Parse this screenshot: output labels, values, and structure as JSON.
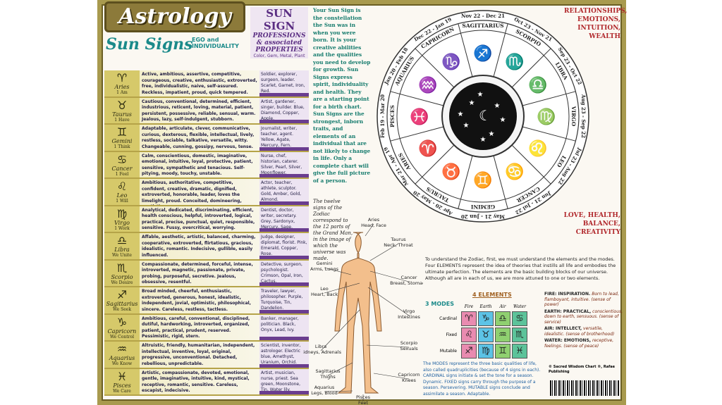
{
  "title": "Astrology",
  "sun_signs": {
    "heading": "Sun Signs",
    "sub": "EGO and INDIVIDUALITY"
  },
  "professions": {
    "heading": "SUN SIGN",
    "sub": "PROFESSIONS & associated PROPERTIES",
    "cols": "Color, Gem, Metal, Plant"
  },
  "signs": [
    {
      "glyph": "♈",
      "name": "Aries",
      "house": "1 Am",
      "desc": "Active, ambitious, assertive, competitive, courageous, creative, enthusiastic, extroverted, free, individualistic, naive, self-assured. Reckless, impatient, proud, quick tempered.",
      "pro": "Soldier, explorer, surgeon, leader. Scarlet, Garnet, Iron, Red."
    },
    {
      "glyph": "♉",
      "name": "Taurus",
      "house": "1 Have",
      "desc": "Cautious, conventional, determined, efficient, industrious, reticent, loving, material, patient, persistent, possessive, reliable, sensual, warm. Jealous, lazy, self-indulgent, stubborn.",
      "pro": "Artist, gardener, singer, builder. Blue, Diamond, Copper, Apple."
    },
    {
      "glyph": "♊",
      "name": "Gemini",
      "house": "1 Think",
      "desc": "Adaptable, articulate, clever, communicative, curious, dexterous, flexible, intellectual, lively, restless, sociable, talkative, versatile, witty. Changeable, cunning, gossipy, nervous, tense.",
      "pro": "Journalist, writer, teacher, agent. Yellow, Agate, Mercury, Fern."
    },
    {
      "glyph": "♋",
      "name": "Cancer",
      "house": "1 Feel",
      "desc": "Calm, conscientious, domestic, imaginative, emotional, intuitive, loyal, protective, patient, sensitive, sympathetic and tenacious. Self-pitying, moody, touchy, unstable.",
      "pro": "Nurse, chef, historian, caterer. Silver, Pearl, Silver, Moonflower."
    },
    {
      "glyph": "♌",
      "name": "Leo",
      "house": "1 Will",
      "desc": "Ambitious, authoritative, competitive, confident, creative, dramatic, dignified, extroverted, honorable, leader, loves the limelight, proud. Conceited, domineering, egotistic.",
      "pro": "Actor, teacher, athlete, sculptor. Gold, Amber, Gold, Almond."
    },
    {
      "glyph": "♍",
      "name": "Virgo",
      "house": "1 Work",
      "desc": "Analytical, dedicated, discriminating, efficient, health conscious, helpful, introverted, logical, practical, precise, punctual, quiet, responsible, sensitive. Fussy, overcritical, worrying.",
      "pro": "Dentist, doctor, writer, secretary. Grey, Sardonyx, Mercury, Sage."
    },
    {
      "glyph": "♎",
      "name": "Libra",
      "house": "We Unite",
      "desc": "Affable, aesthetic, artistic, balanced, charming, cooperative, extroverted, flirtatious, gracious, idealistic, romantic. Indecisive, gullible, easily influenced.",
      "pro": "Judge, designer, diplomat, florist. Pink, Emerald, Copper, Rose."
    },
    {
      "glyph": "♏",
      "name": "Scorpio",
      "house": "We Desire",
      "desc": "Compassionate, determined, forceful, intense, introverted, magnetic, passionate, private, probing, purposeful, secretive. Jealous, obsessive, resentful.",
      "pro": "Detective, surgeon, psychologist. Crimson, Opal, Iron, Cactus."
    },
    {
      "glyph": "♐",
      "name": "Sagittarius",
      "house": "We Seek",
      "desc": "Broad minded, cheerful, enthusiastic, extroverted, generous, honest, idealistic, independent, jovial, optimistic, philosophical, sincere. Careless, restless, tactless.",
      "pro": "Traveler, lawyer, philosopher. Purple, Turquoise, Tin, Dandelion."
    },
    {
      "glyph": "♑",
      "name": "Capricorn",
      "house": "We Control",
      "desc": "Ambitious, careful, conventional, disciplined, dutiful, hardworking, introverted, organized, patient, practical, prudent, reserved. Pessimistic, rigid, stern.",
      "pro": "Banker, manager, politician. Black, Onyx, Lead, Ivy."
    },
    {
      "glyph": "♒",
      "name": "Aquarius",
      "house": "We Know",
      "desc": "Altruistic, friendly, humanitarian, independent, intellectual, inventive, loyal, original, progressive, unconventional. Detached, rebellious, unpredictable.",
      "pro": "Scientist, inventor, astrologer. Electric blue, Amethyst, Uranium, Orchid."
    },
    {
      "glyph": "♓",
      "name": "Pisces",
      "house": "We Care",
      "desc": "Artistic, compassionate, devoted, emotional, gentle, imaginative, intuitive, kind, mystical, receptive, romantic, sensitive. Careless, escapist, indecisive.",
      "pro": "Artist, musician, nurse, priest. Sea green, Moonstone, Tin, Water lily."
    }
  ],
  "intro": "Your Sun Sign is the constellation the Sun was in when you were born. It is your creative abilities and the qualities you need to develop for growth. Sun Signs express spirit, individuality and health. They are a starting point for a birth chart. Sun Signs are the strongest, inborn traits, and elements of an individual that are not likely to change in life. Only a complete chart will give the full picture of a person.",
  "wheel": [
    {
      "name": "CAPRICORN",
      "dates": "Dec 22 - Jan 19",
      "glyph": "♑"
    },
    {
      "name": "AQUARIUS",
      "dates": "Jan 20 - Feb 18",
      "glyph": "♒"
    },
    {
      "name": "PISCES",
      "dates": "Feb 19 - Mar 20",
      "glyph": "♓"
    },
    {
      "name": "ARIES",
      "dates": "Mar 21 - Apr 19",
      "glyph": "♈"
    },
    {
      "name": "TAURUS",
      "dates": "Apr 20 - May 20",
      "glyph": "♉"
    },
    {
      "name": "GEMINI",
      "dates": "May 21 - Jun 20",
      "glyph": "♊"
    },
    {
      "name": "CANCER",
      "dates": "Jun 21 - Jul 22",
      "glyph": "♋"
    },
    {
      "name": "LEO",
      "dates": "Jul 23 - Aug 22",
      "glyph": "♌"
    },
    {
      "name": "VIRGO",
      "dates": "Aug 23 - Sep 22",
      "glyph": "♍"
    },
    {
      "name": "LIBRA",
      "dates": "Sep 23 - Oct 22",
      "glyph": "♎"
    },
    {
      "name": "SCORPIO",
      "dates": "Oct 23 - Nov 21",
      "glyph": "♏"
    },
    {
      "name": "SAGITTARIUS",
      "dates": "Nov 22 - Dec 21",
      "glyph": "♐"
    }
  ],
  "right_top": "RELATIONSHIPS, EMOTIONS, INTUITION, WEALTH",
  "right_bottom": "LOVE, HEALTH, BALANCE, CREATIVITY",
  "body_text": "The twelve signs of the Zodiac correspond to the 12 parts of the Grand Man, in the image of which the universe was made.",
  "body_labels": [
    {
      "sign": "Aries",
      "part": "Head, Face"
    },
    {
      "sign": "Taurus",
      "part": "Neck, Throat"
    },
    {
      "sign": "Gemini",
      "part": "Arms, Lungs"
    },
    {
      "sign": "Cancer",
      "part": "Breast, Stomach"
    },
    {
      "sign": "Leo",
      "part": "Heart, Back"
    },
    {
      "sign": "Virgo",
      "part": "Intestines"
    },
    {
      "sign": "Libra",
      "part": "Kidneys, Adrenals"
    },
    {
      "sign": "Scorpio",
      "part": "Sexuals"
    },
    {
      "sign": "Sagittarius",
      "part": "Thighs"
    },
    {
      "sign": "Capricorn",
      "part": "Knees"
    },
    {
      "sign": "Aquarius",
      "part": "Legs, Blood"
    },
    {
      "sign": "Pisces",
      "part": "Feet"
    }
  ],
  "elements_intro": "To understand the Zodiac, first, we must understand the elements and the modes. Four ELEMENTS represent the idea of theories that instills all life and embodies the ultimate perfection. The elements are the basic building blocks of our universe. Although all are in each of us, we are more attuned to one or two elements.",
  "elements": {
    "title": "4 ELEMENTS",
    "modes_title": "3 MODES",
    "columns": [
      "Fire",
      "Earth",
      "Air",
      "Water"
    ],
    "rows": [
      {
        "mode": "Cardinal",
        "glyphs": [
          "♈",
          "♑",
          "♎",
          "♋"
        ]
      },
      {
        "mode": "Fixed",
        "glyphs": [
          "♌",
          "♉",
          "♒",
          "♏"
        ]
      },
      {
        "mode": "Mutable",
        "glyphs": [
          "♐",
          "♍",
          "♊",
          "♓"
        ]
      }
    ],
    "colors": [
      "#e98bb0",
      "#5cc3e6",
      "#8fd070",
      "#5cc39a"
    ]
  },
  "element_notes": [
    {
      "k": "FIRE: INSPIRATION.",
      "v": "Born to lead, flamboyant, intuitive. (sense of power)"
    },
    {
      "k": "EARTH: PRACTICAL,",
      "v": "conscientious, down to earth, sensuous. (sense of service)"
    },
    {
      "k": "AIR: INTELLECT,",
      "v": "versatile, idealistic. (sense of brotherhood)"
    },
    {
      "k": "WATER: EMOTIONS,",
      "v": "receptive, feelings. (sense of peace)"
    }
  ],
  "modes_text": "The MODES represent the three basic qualities of life, also called quadruplicities (because of 4 signs in each). CARDINAL signs initiate & set the tone for a season. Dynamic. FIXED signs carry through the purpose of a season. Persevering. MUTABLE signs conclude and assimilate a season. Adaptable.",
  "publisher": "© Sacred Wisdom Chart ®, Rafae Publishing"
}
